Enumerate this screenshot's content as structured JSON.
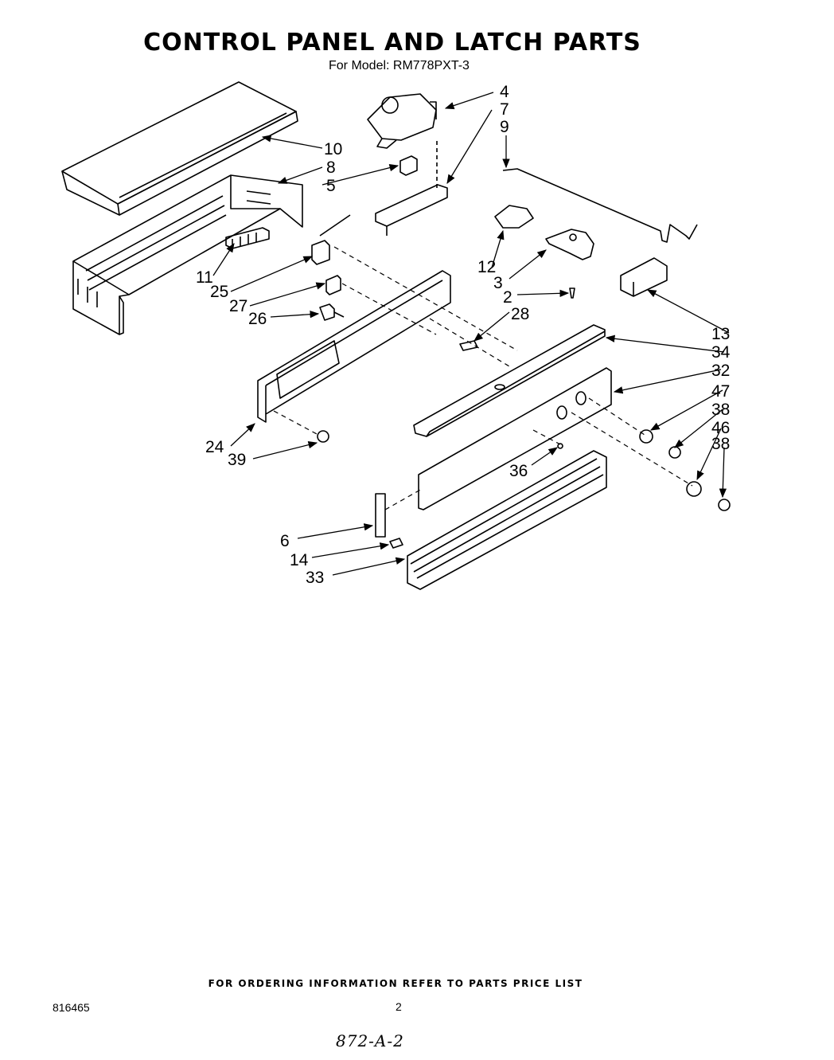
{
  "title": "CONTROL PANEL AND LATCH PARTS",
  "subtitle": "For Model: RM778PXT-3",
  "callouts": [
    "10",
    "8",
    "5",
    "4",
    "7",
    "9",
    "11",
    "25",
    "27",
    "26",
    "12",
    "3",
    "2",
    "28",
    "13",
    "34",
    "32",
    "47",
    "38",
    "46",
    "38",
    "24",
    "39",
    "36",
    "6",
    "14",
    "33"
  ],
  "footer": "FOR ORDERING INFORMATION REFER TO PARTS PRICE LIST",
  "doc_number": "816465",
  "page_number": "2",
  "handwritten_note": "872-A-2"
}
